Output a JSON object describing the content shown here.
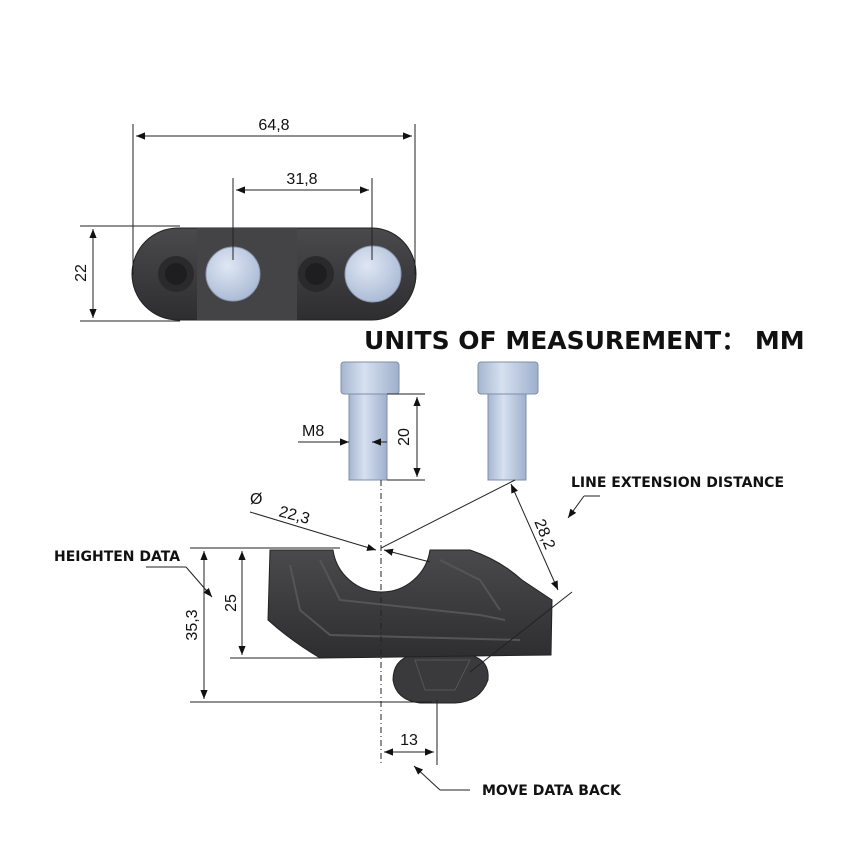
{
  "units_label": "UNITS OF MEASUREMENT： MM",
  "dimensions": {
    "overall_width": "64,8",
    "hole_spacing": "31,8",
    "top_height": "22",
    "thread": "M8",
    "bolt_length": "20",
    "bar_diameter_symbol": "Ø",
    "bar_diameter": "22,3",
    "extension": "28,2",
    "height_total": "35,3",
    "height_clamp": "25",
    "setback": "13"
  },
  "callouts": {
    "line_extension": "LINE EXTENSION DISTANCE",
    "heighten": "HEIGHTEN DATA",
    "move_back": "MOVE DATA BACK"
  },
  "colors": {
    "part": "#3b3b3d",
    "bolt": "#bccbe3",
    "line": "#222222"
  }
}
